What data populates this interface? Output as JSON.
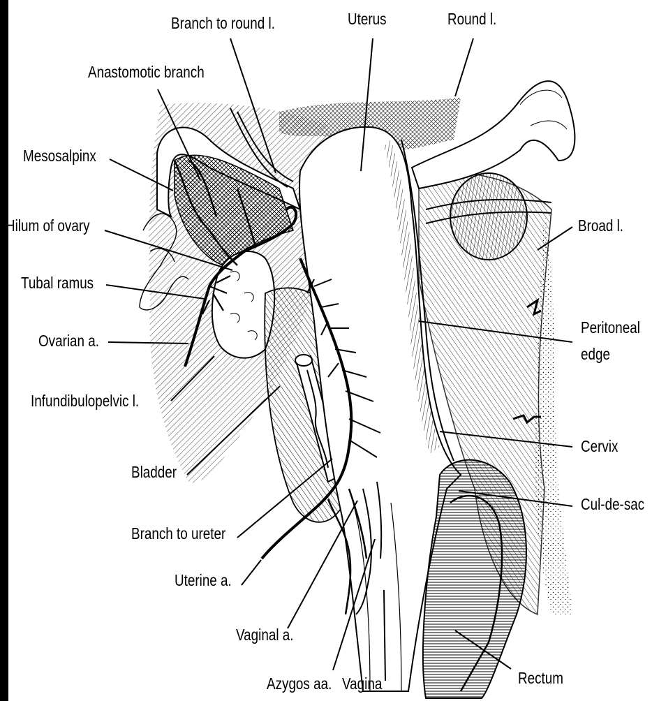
{
  "figure": {
    "labels": {
      "branch_to_round": "Branch to round l.",
      "uterus": "Uterus",
      "round": "Round l.",
      "anastomotic": "Anastomotic branch",
      "mesosalpinx": "Mesosalpinx",
      "hilum": "Hilum of ovary",
      "tubal": "Tubal ramus",
      "ovarian": "Ovarian a.",
      "infundibulopelvic": "Infundibulopelvic l.",
      "bladder": "Bladder",
      "branch_ureter": "Branch to ureter",
      "uterine": "Uterine a.",
      "vaginal_a": "Vaginal a.",
      "azygos": "Azygos aa.",
      "vagina": "Vagina",
      "broad": "Broad l.",
      "peritoneal_1": "Peritoneal",
      "peritoneal_2": "edge",
      "cervix": "Cervix",
      "cul_de_sac": "Cul-de-sac",
      "rectum": "Rectum"
    }
  }
}
